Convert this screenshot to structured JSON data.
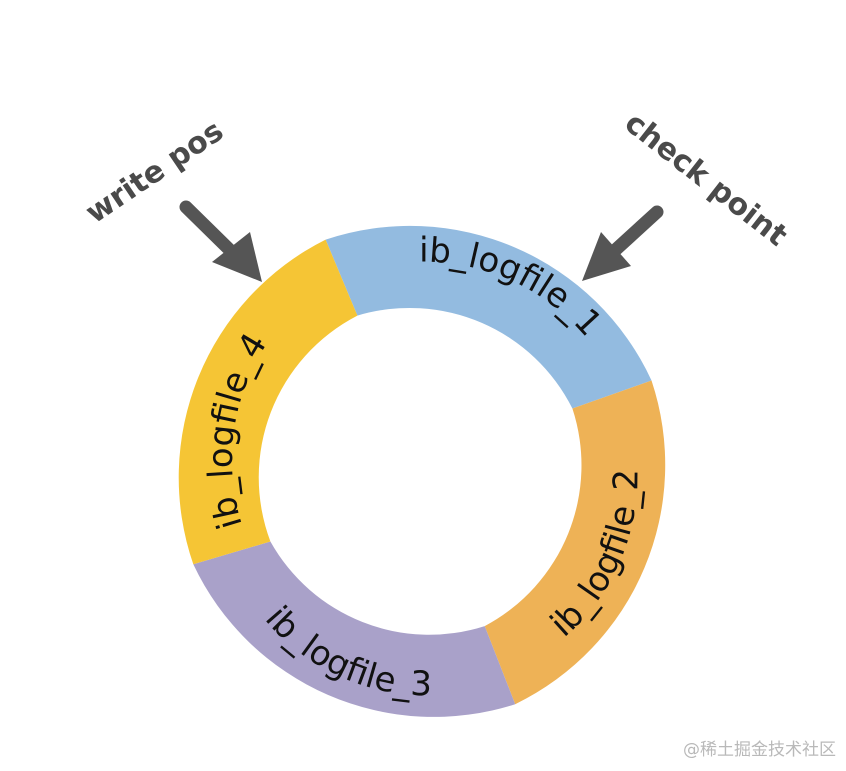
{
  "diagram": {
    "segments": [
      {
        "label": "ib_logfile_1",
        "color": "#93bbe0"
      },
      {
        "label": "ib_logfile_2",
        "color": "#eeb256"
      },
      {
        "label": "ib_logfile_3",
        "color": "#a9a1c9"
      },
      {
        "label": "ib_logfile_4",
        "color": "#f5c535"
      }
    ],
    "write_pos_label": "write pos",
    "check_point_label": "check point",
    "arrow_color": "#555555"
  },
  "watermark": "@稀土掘金技术社区"
}
